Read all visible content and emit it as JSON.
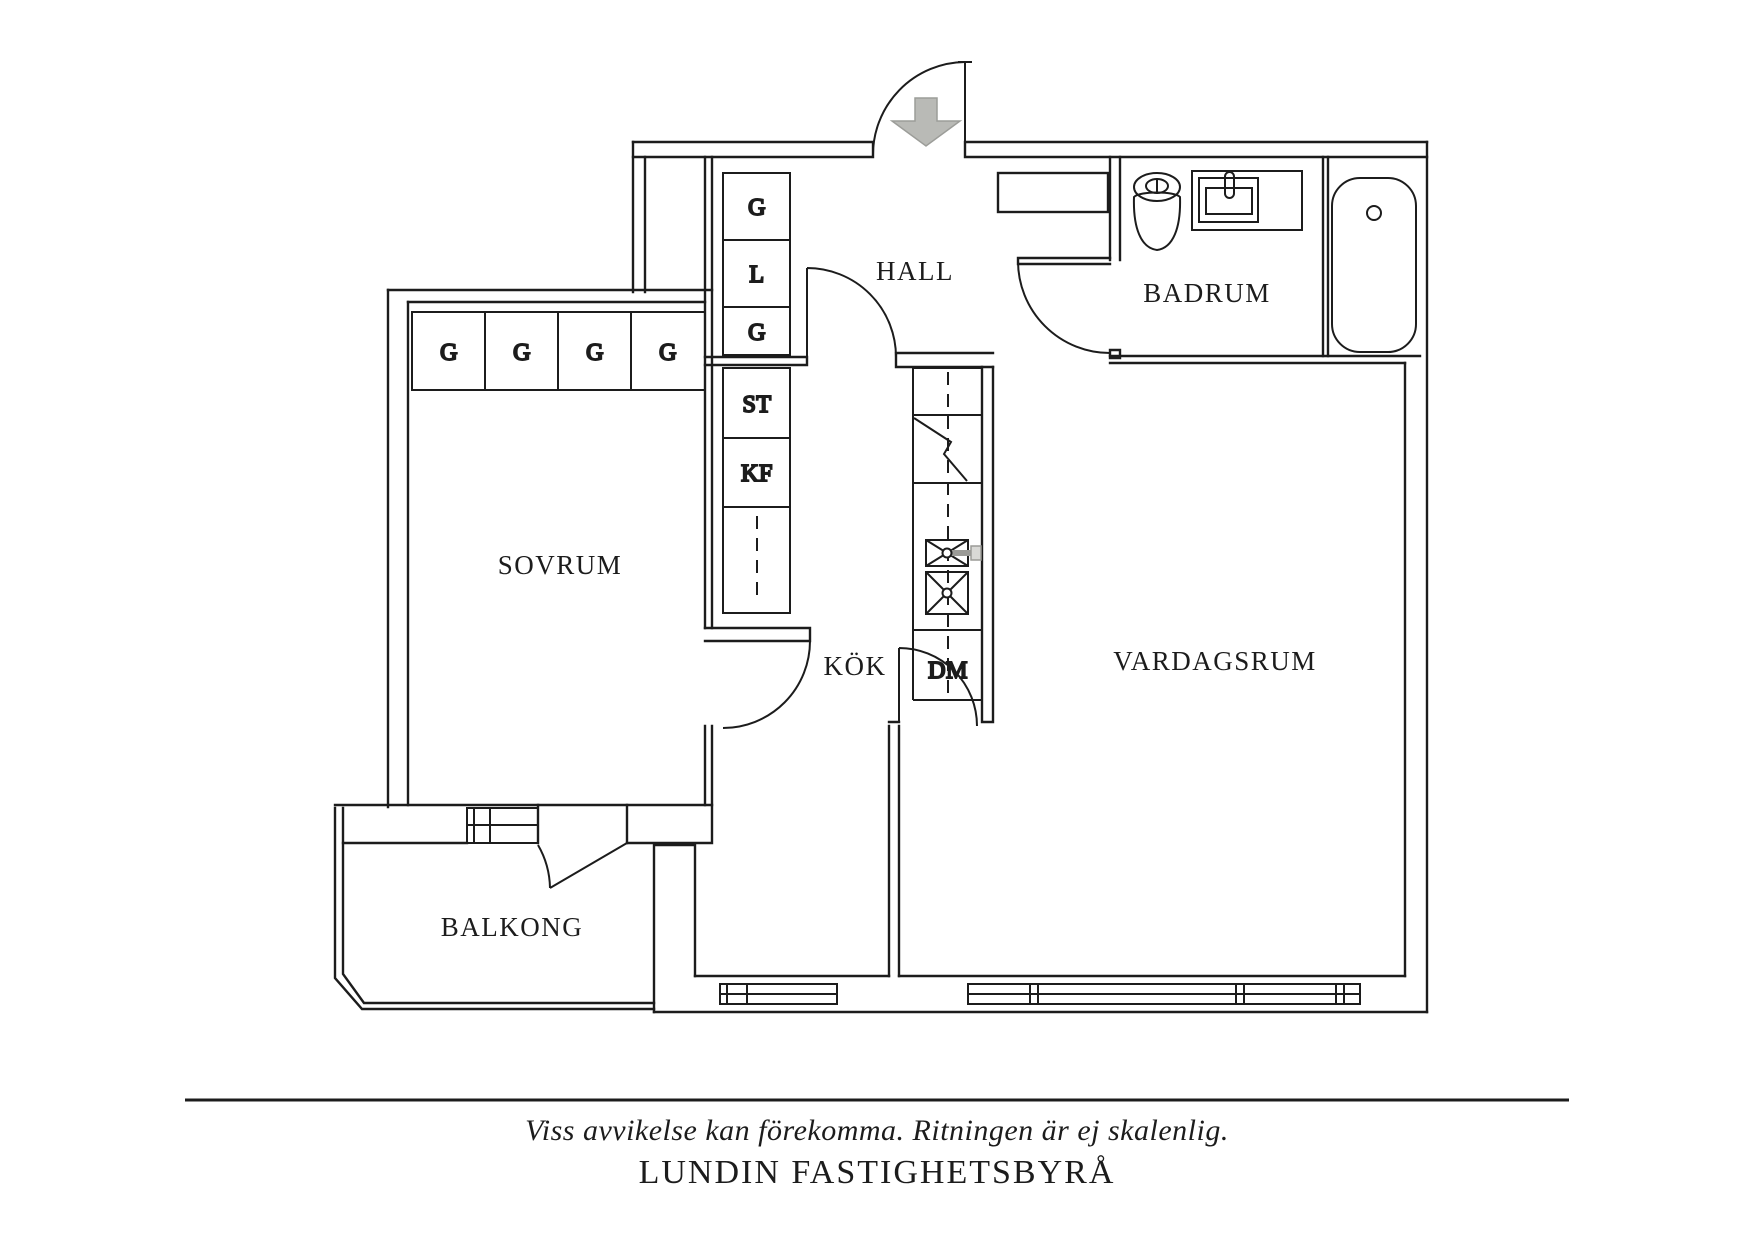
{
  "plan": {
    "rooms": {
      "hall": {
        "label": "HALL"
      },
      "badrum": {
        "label": "BADRUM"
      },
      "sovrum": {
        "label": "SOVRUM"
      },
      "kok": {
        "label": "KÖK"
      },
      "vardagsrum": {
        "label": "VARDAGSRUM"
      },
      "balkong": {
        "label": "BALKONG"
      }
    },
    "closets": {
      "hall_column": [
        "G",
        "L",
        "G",
        "ST",
        "KF"
      ],
      "sovrum_row": [
        "G",
        "G",
        "G",
        "G"
      ]
    },
    "appliances": {
      "dishwasher": "DM"
    },
    "icons": [
      "entrance-arrow-icon",
      "entrance-door-icon",
      "toilet-icon",
      "bathroom-sink-icon",
      "bathtub-icon",
      "kitchen-sink-icon",
      "stove-icon",
      "window-icon",
      "door-arc-icon"
    ],
    "colors": {
      "line": "#1c1c1c",
      "arrow_fill": "#b9bab6",
      "arrow_stroke": "#9c9d99",
      "background": "#ffffff"
    }
  },
  "footer": {
    "disclaimer": "Viss avvikelse kan förekomma. Ritningen är ej skalenlig.",
    "brand": "LUNDIN FASTIGHETSBYRÅ"
  }
}
